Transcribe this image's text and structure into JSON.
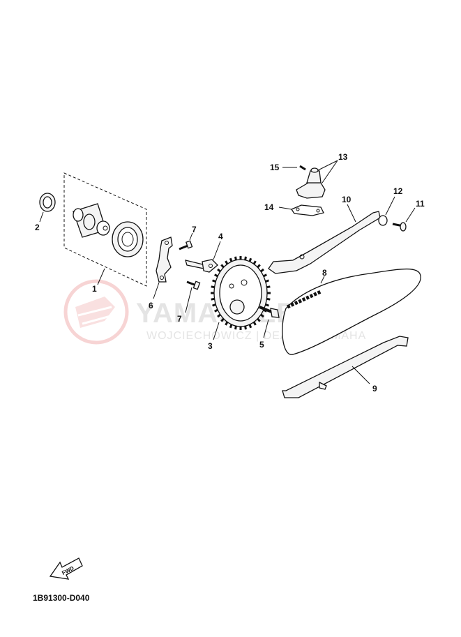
{
  "watermark": {
    "brand": "YAMASKLEP.PL",
    "dealer": "WOJCIECHOWICZ | DEALER YAMAHA"
  },
  "forward_marker": {
    "label": "FWD"
  },
  "diagram_code": "1B91300-D040",
  "callouts": {
    "c1": "1",
    "c2": "2",
    "c3": "3",
    "c4": "4",
    "c5": "5",
    "c6": "6",
    "c7a": "7",
    "c7b": "7",
    "c8": "8",
    "c9": "9",
    "c10": "10",
    "c11": "11",
    "c12": "12",
    "c13": "13",
    "c14": "14",
    "c15": "15"
  }
}
